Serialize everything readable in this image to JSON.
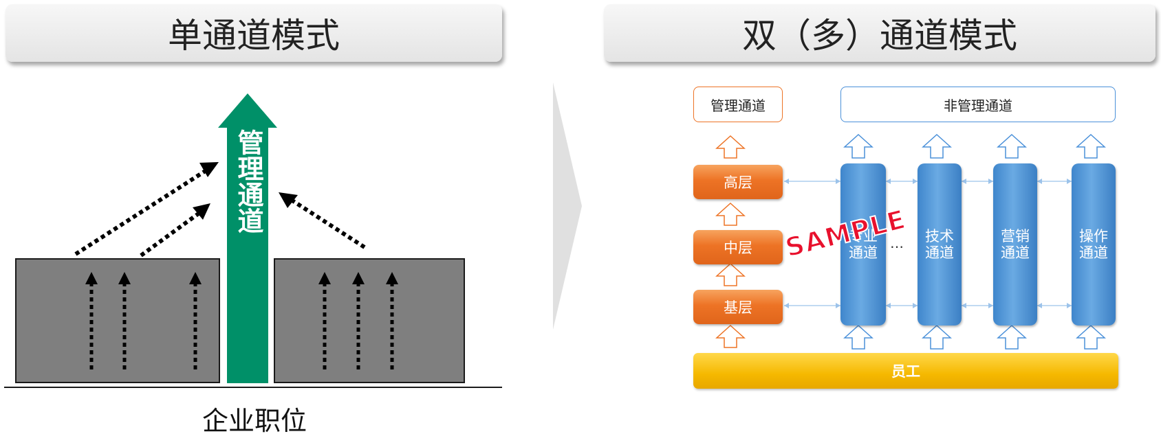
{
  "left_panel": {
    "title": "单通道模式",
    "arrow_label": "管理通道",
    "baseline_label": "企业职位"
  },
  "right_panel": {
    "title": "双（多）通道模式",
    "top_labels": {
      "management": "管理通道",
      "non_management": "非管理通道"
    },
    "levels": [
      "高层",
      "中层",
      "基层"
    ],
    "channels": [
      {
        "line1": "专业",
        "line2": "通道"
      },
      {
        "line1": "技术",
        "line2": "通道"
      },
      {
        "line1": "营销",
        "line2": "通道"
      },
      {
        "line1": "操作",
        "line2": "通道"
      }
    ],
    "ellipsis": "…",
    "base_label": "员工",
    "watermark": "SAMPLE"
  },
  "colors": {
    "green_arrow": "#009068",
    "gray_box": "#7f7f7f",
    "orange": "#ed7325",
    "blue": "#4a90d9",
    "yellow": "#f5b800",
    "watermark": "#e8112d"
  }
}
